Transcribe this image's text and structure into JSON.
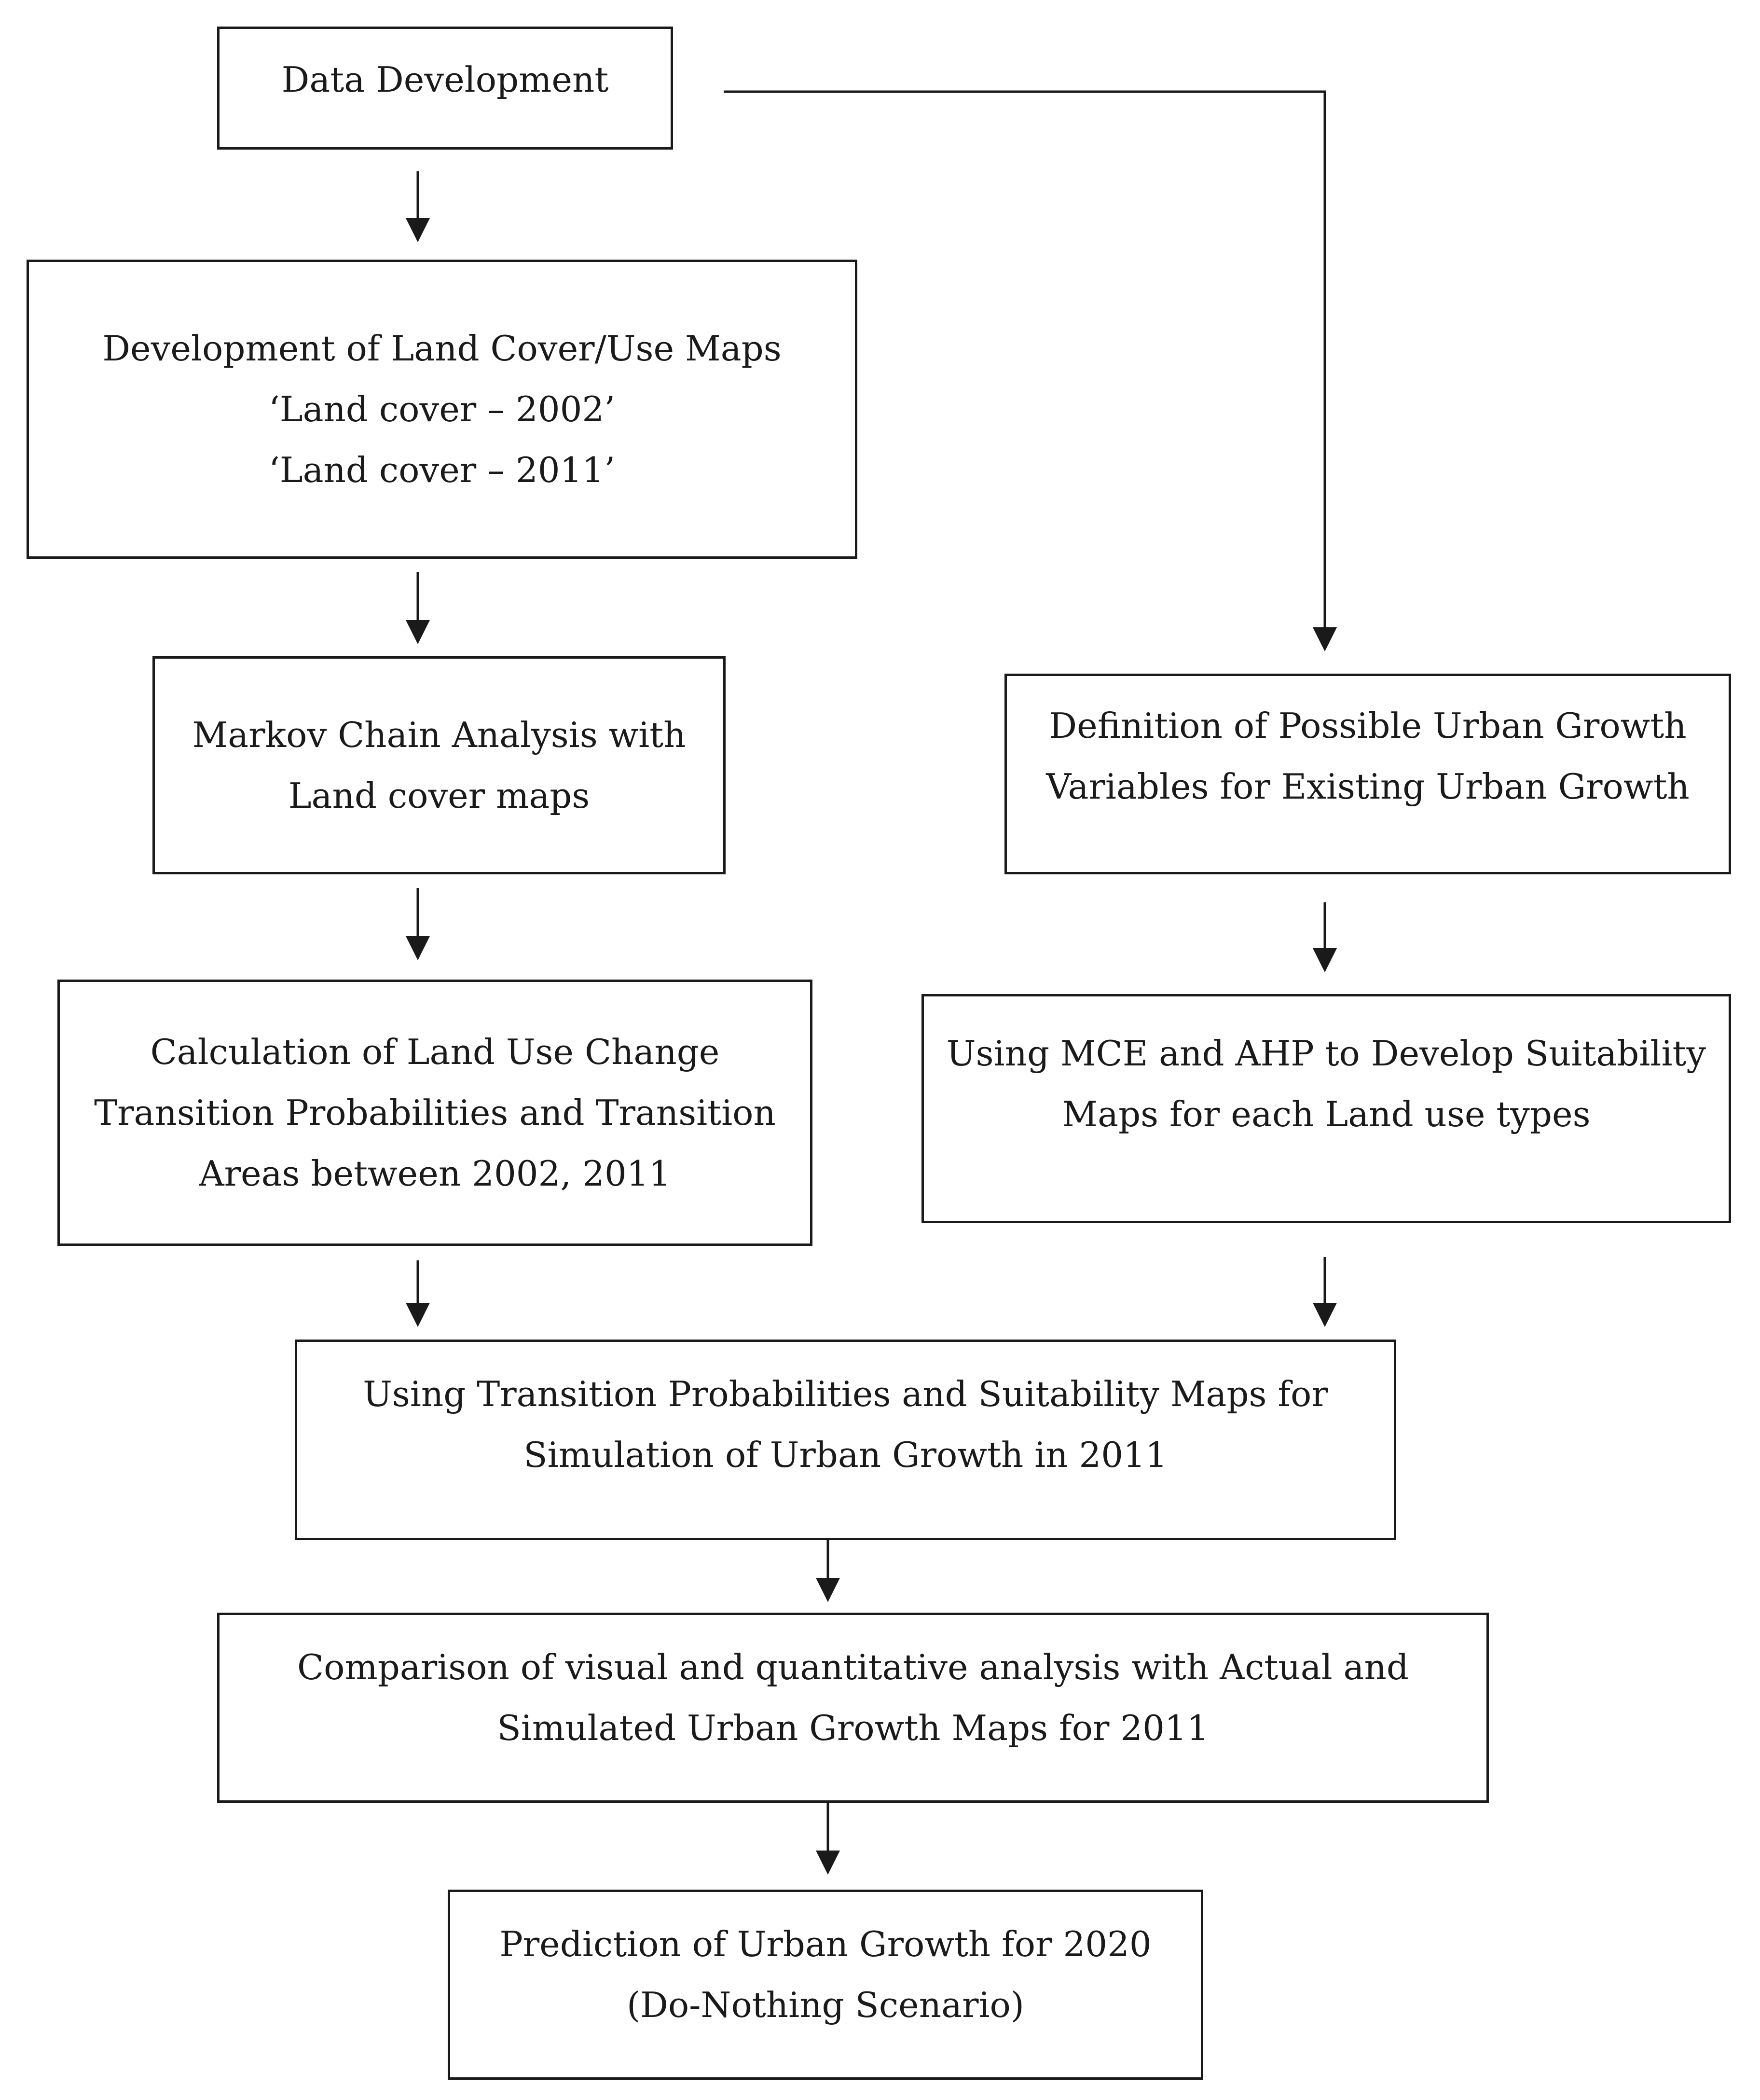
{
  "flowchart": {
    "data_development": {
      "lines": [
        "Data Development"
      ]
    },
    "land_cover_maps": {
      "lines": [
        "Development of Land Cover/Use Maps",
        "‘Land cover – 2002’",
        "‘Land cover – 2011’"
      ]
    },
    "markov_chain": {
      "lines": [
        "Markov Chain Analysis with",
        "Land cover maps"
      ]
    },
    "transition_probabilities": {
      "lines": [
        "Calculation of Land Use Change",
        "Transition Probabilities and Transition",
        "Areas between 2002, 2011"
      ]
    },
    "growth_variables": {
      "lines": [
        "Definition of Possible Urban Growth",
        "Variables for Existing Urban Growth"
      ]
    },
    "suitability_maps": {
      "lines": [
        "Using MCE and AHP to Develop Suitability",
        "Maps for each Land use types"
      ]
    },
    "simulation": {
      "lines": [
        "Using Transition Probabilities and Suitability Maps for",
        "Simulation of Urban Growth in 2011"
      ]
    },
    "comparison": {
      "lines": [
        "Comparison of visual and quantitative analysis with Actual and",
        "Simulated Urban Growth Maps for 2011"
      ]
    },
    "prediction": {
      "lines": [
        "Prediction of Urban Growth for 2020",
        "(Do-Nothing Scenario)"
      ]
    }
  },
  "colors": {
    "stroke": "#1a1a1a",
    "background": "#ffffff"
  }
}
